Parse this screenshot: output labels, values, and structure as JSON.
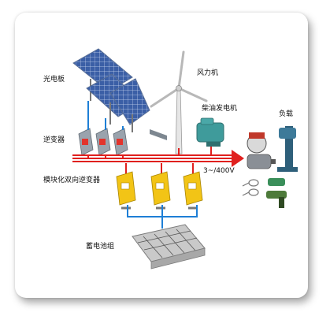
{
  "labels": {
    "solar_panel": "光电板",
    "wind_turbine": "风力机",
    "diesel_generator": "柴油发电机",
    "load": "负载",
    "inverter": "逆变器",
    "bidirectional_inverter": "模块化双向逆变器",
    "voltage": "3~/400V",
    "battery_bank": "蓄电池组"
  },
  "colors": {
    "bus_red": "#e0201e",
    "dc_blue": "#1e7fd6",
    "inverter_body": "#9aa3ad",
    "bidi_inverter_body": "#f2c416",
    "solar_panel": "#3d64a8"
  }
}
